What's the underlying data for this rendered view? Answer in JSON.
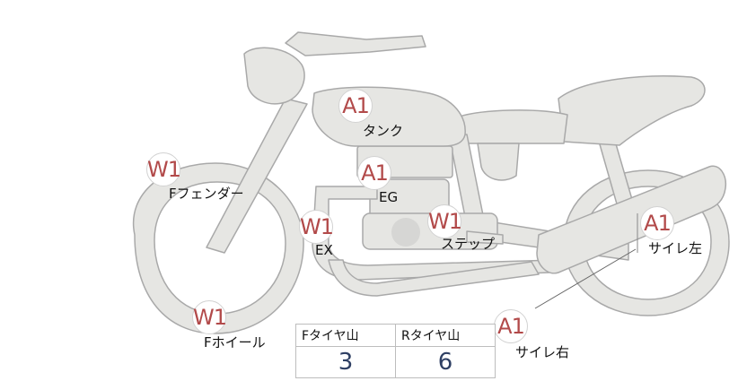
{
  "colors": {
    "bike_fill": "#e6e6e3",
    "bike_stroke": "#a9a9a9",
    "marker_text": "#b24a4a",
    "value_text": "#2e3f63"
  },
  "markers": [
    {
      "code": "A1",
      "label": "タンク"
    },
    {
      "code": "W1",
      "label": "Fフェンダー"
    },
    {
      "code": "A1",
      "label": "EG"
    },
    {
      "code": "W1",
      "label": "EX"
    },
    {
      "code": "W1",
      "label": "ステップ"
    },
    {
      "code": "A1",
      "label": "サイレ左"
    },
    {
      "code": "W1",
      "label": "Fホイール"
    },
    {
      "code": "A1",
      "label": "サイレ右"
    }
  ],
  "tire_table": {
    "front_header": "Fタイヤ山",
    "rear_header": "Rタイヤ山",
    "front_value": "3",
    "rear_value": "6"
  }
}
